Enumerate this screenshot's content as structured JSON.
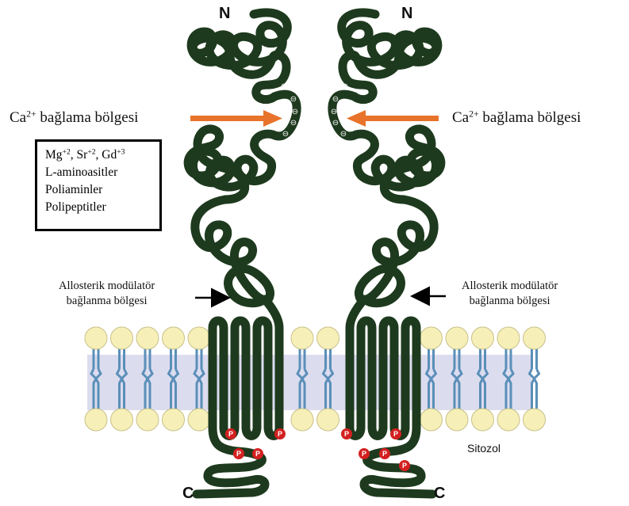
{
  "labels": {
    "n_left": "N",
    "n_right": "N",
    "c_left": "C",
    "c_right": "C",
    "ca_base": "Ca",
    "ca_sup": "2+",
    "ca_text": " bağlama bölgesi",
    "allosteric_line1": "Allosterik modülatör",
    "allosteric_line2": "bağlanma bölgesi",
    "sitozol": "Sitozol",
    "phospho": "P",
    "acidic": "⊖"
  },
  "ligands": {
    "mg": "Mg",
    "mg_sup": "+2",
    "sr": "Sr",
    "sr_sup": "+2",
    "gd": "Gd",
    "gd_sup": "+3",
    "sep": ", ",
    "line2": "L-aminoasitler",
    "line3": "Poliaminler",
    "line4": "Polipeptitler"
  },
  "colors": {
    "protein": "#1e3a1e",
    "arrow_ca": "#e8732a",
    "phospho": "#d42020",
    "lipid_head": "#f6f0b8",
    "lipid_tail": "#5a8fb8",
    "membrane_band": "#dcdcef"
  }
}
